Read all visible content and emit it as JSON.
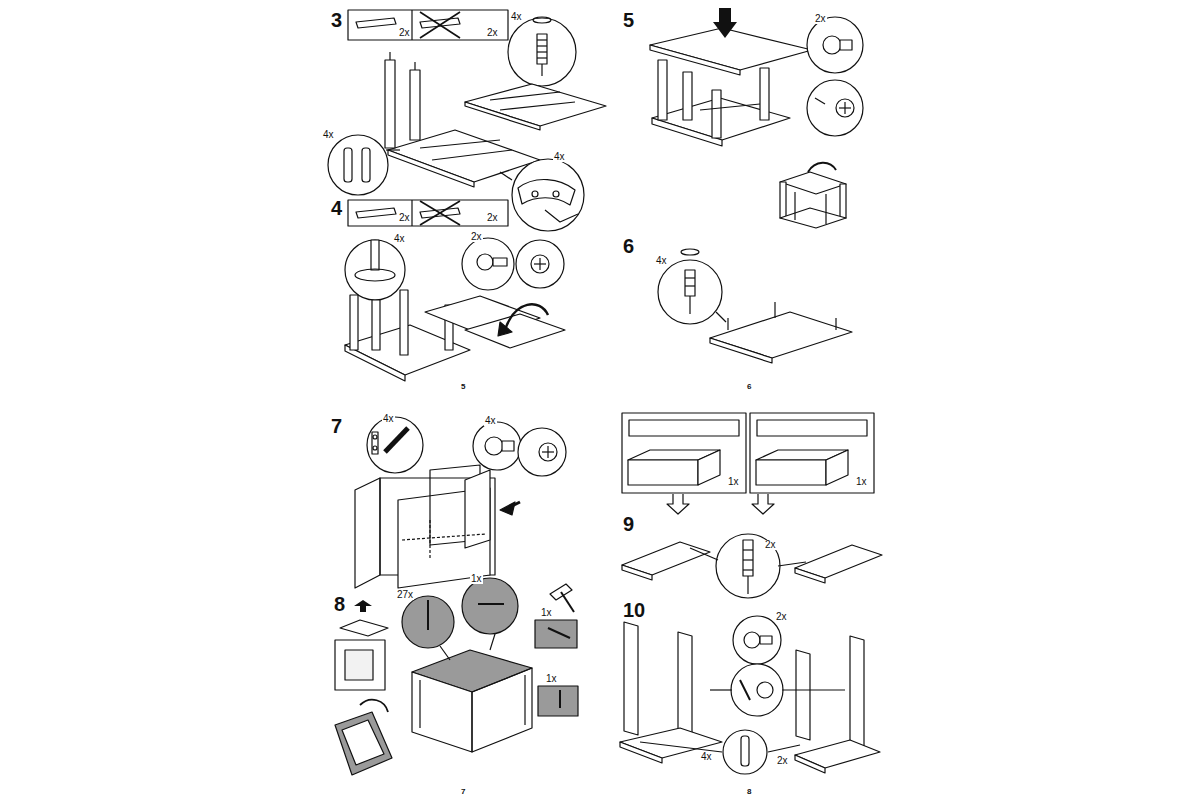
{
  "diagram": {
    "labels": [
      "3",
      "2x",
      "2x",
      "4x",
      "4x",
      "4x",
      "4",
      "2x",
      "2x",
      "4x",
      "2x",
      "5",
      "5",
      "2x",
      "6",
      "4x",
      "6",
      "7",
      "4x",
      "4x",
      "8",
      "27x",
      "1x",
      "1x",
      "1x",
      "7",
      "1x",
      "1x",
      "9",
      "2x",
      "10",
      "2x",
      "4x",
      "2x",
      "8"
    ]
  }
}
